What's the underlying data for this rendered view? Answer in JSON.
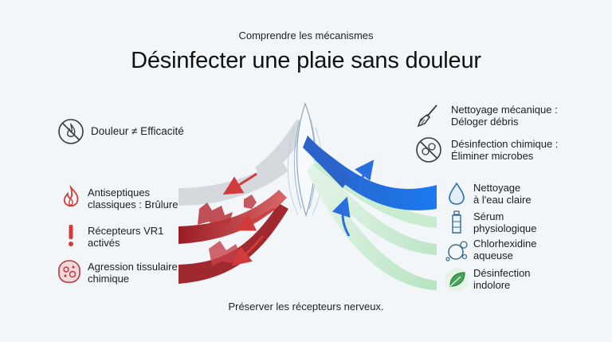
{
  "header": {
    "subtitle": "Comprendre les mécanismes",
    "title": "Désinfecter une plaie sans douleur"
  },
  "left": {
    "top_item": "Douleur ≠ Efficacité",
    "items": [
      {
        "line1": "Antiseptiques",
        "line2": "classiques : Brûlure"
      },
      {
        "line1": "Récepteurs VR1",
        "line2": "activés"
      },
      {
        "line1": "Agression tissulaire",
        "line2": "chimique"
      }
    ]
  },
  "right": {
    "top_items": [
      {
        "line1": "Nettoyage mécanique :",
        "line2": "Déloger débris"
      },
      {
        "line1": "Désinfection chimique :",
        "line2": "Éliminer microbes"
      }
    ],
    "items": [
      {
        "line1": "Nettoyage",
        "line2": "à l'eau claire"
      },
      {
        "line1": "Sérum",
        "line2": "physiologique"
      },
      {
        "line1": "Chlorhexidine",
        "line2": "aqueuse"
      },
      {
        "line1": "Désinfection",
        "line2": "indolore"
      }
    ]
  },
  "footer": {
    "caption": "Préserver les récepteurs nerveux."
  },
  "colors": {
    "red_dark": "#a8222a",
    "red_light": "#d9686a",
    "grey": "#d5d9dd",
    "blue": "#1f6fe0",
    "green": "#bfe8c8",
    "icon": "#3a3a3a"
  }
}
